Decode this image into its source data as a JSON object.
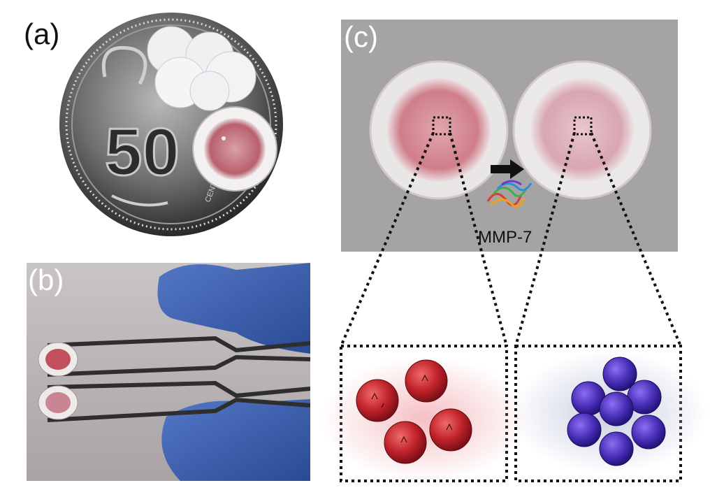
{
  "panels": {
    "a": {
      "label": "(a)",
      "coin_text": "50",
      "coin_small_text": "CENTS"
    },
    "b": {
      "label": "(b)"
    },
    "c": {
      "label": "(c)",
      "enzyme_label": "MMP-7"
    }
  },
  "colors": {
    "red_particle": "#c0222a",
    "blue_particle": "#4a2fb8",
    "pink_solution": "#d98a94",
    "glove_blue": "#3a5fb0"
  },
  "icons": [
    "arrow-right-icon",
    "protein-structure-icon"
  ]
}
